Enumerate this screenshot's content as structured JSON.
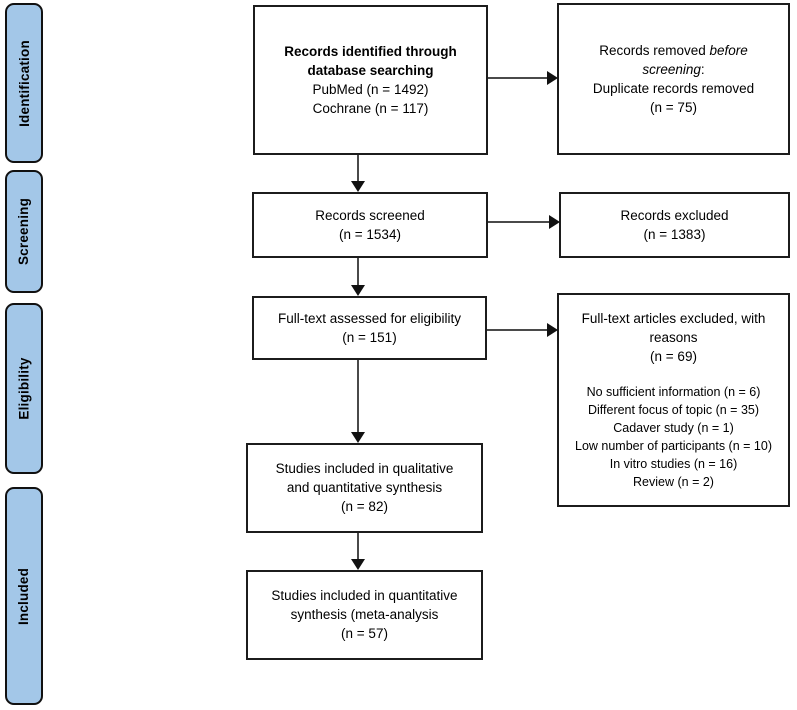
{
  "sidebar": {
    "fill_color": "#a3c7e8",
    "items": [
      {
        "label": "Identification"
      },
      {
        "label": "Screening"
      },
      {
        "label": "Eligibility"
      },
      {
        "label": "Included"
      }
    ]
  },
  "flow": {
    "identified": {
      "title": "Records identified through database searching",
      "line1": "PubMed (n = 1492)",
      "line2": "Cochrane (n = 117)"
    },
    "removed": {
      "pre": "Records removed ",
      "italic": "before screening",
      "post": ":",
      "line2": "Duplicate records removed",
      "line3": "(n = 75)"
    },
    "screened": {
      "line1": "Records screened",
      "line2": "(n = 1534)"
    },
    "excluded": {
      "line1": "Records excluded",
      "line2": "(n = 1383)"
    },
    "fulltext": {
      "line1": "Full-text assessed for eligibility",
      "line2": "(n = 151)"
    },
    "fulltext_excluded": {
      "title": "Full-text articles excluded, with reasons",
      "count": "(n = 69)",
      "reasons": [
        "No sufficient information (n = 6)",
        "Different focus of topic (n = 35)",
        "Cadaver study (n = 1)",
        "Low number of participants (n = 10)",
        "In vitro studies (n = 16)",
        "Review (n = 2)"
      ]
    },
    "qualitative": {
      "line1": "Studies included in qualitative",
      "line2": "and quantitative synthesis",
      "line3": "(n = 82)"
    },
    "quantitative": {
      "line1": "Studies included in quantitative",
      "line2": "synthesis (meta-analysis",
      "line3": "(n = 57)"
    }
  }
}
